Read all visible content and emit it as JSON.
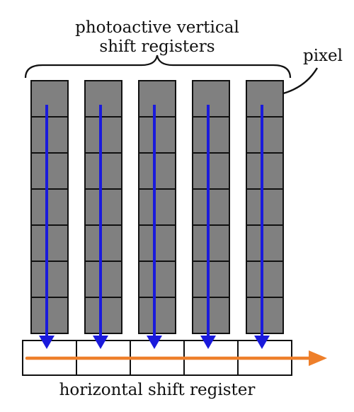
{
  "labels": {
    "top_line1": "photoactive vertical",
    "top_line2": "shift registers",
    "pixel": "pixel",
    "bottom": "horizontal shift register"
  },
  "structure": {
    "columns": 5,
    "rows_per_column": 7,
    "horizontal_cells": 5
  },
  "colors": {
    "pixel_fill": "#808080",
    "cell_stroke": "#111111",
    "vertical_arrow": "#1a1adc",
    "horizontal_arrow": "#ee7f2a",
    "label_text": "#111111",
    "background": "#ffffff"
  }
}
